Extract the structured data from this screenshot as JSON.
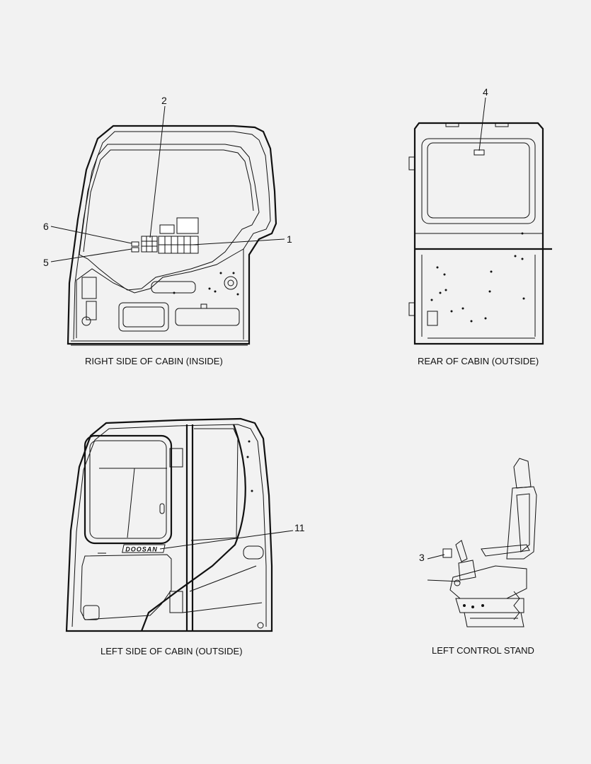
{
  "views": {
    "right_inside": {
      "caption": "RIGHT SIDE OF  CABIN (INSIDE)"
    },
    "rear_outside": {
      "caption": "REAR OF CABIN (OUTSIDE)"
    },
    "left_outside": {
      "caption": "LEFT SIDE OF CABIN (OUTSIDE)",
      "door_logo": "DOOSAN"
    },
    "left_control_stand": {
      "caption": "LEFT CONTROL STAND"
    }
  },
  "callouts": {
    "c1": "1",
    "c2": "2",
    "c3": "3",
    "c4": "4",
    "c5": "5",
    "c6": "6",
    "c11": "11"
  }
}
